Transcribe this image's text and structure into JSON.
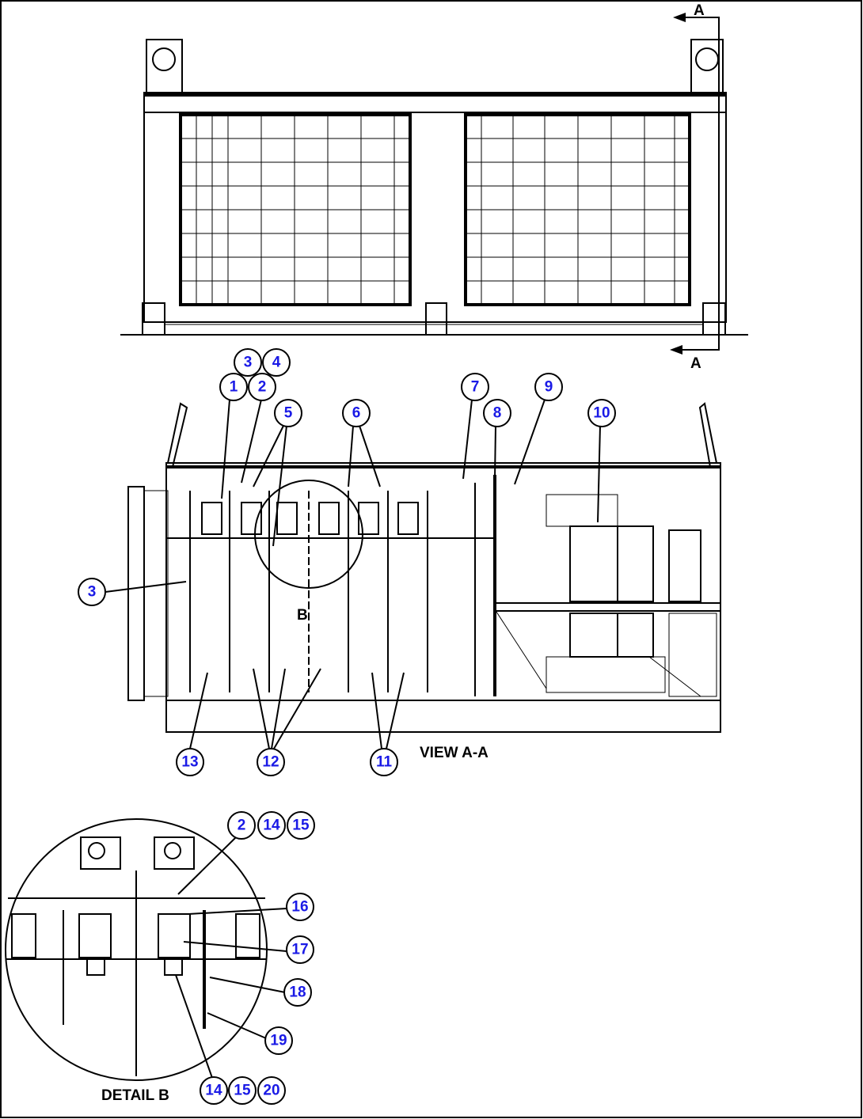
{
  "diagram": {
    "section_marker": "A",
    "detail_marker": "B",
    "view_title": "VIEW A-A",
    "detail_title": "DETAIL B",
    "callout_color": "#1a1ae6",
    "callouts_top": [
      "3",
      "4",
      "1",
      "2",
      "5",
      "6",
      "7",
      "8",
      "9",
      "10",
      "3",
      "13",
      "12",
      "11"
    ],
    "callouts_detail": [
      "2",
      "14",
      "15",
      "16",
      "17",
      "18",
      "19",
      "14",
      "15",
      "20"
    ]
  }
}
